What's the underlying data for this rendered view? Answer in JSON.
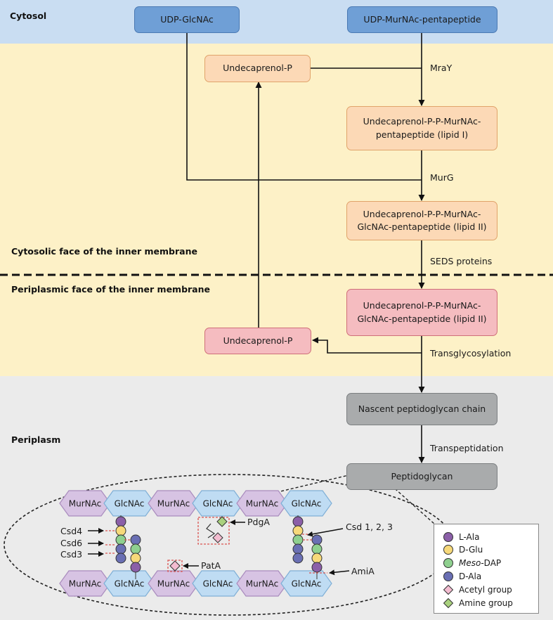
{
  "regions": {
    "cytosol": "Cytosol",
    "cytosolic_face": "Cytosolic face of the inner membrane",
    "periplasmic_face": "Periplasmic face of the inner membrane",
    "periplasm": "Periplasm"
  },
  "nodes": {
    "udp_glcnac": "UDP-GlcNAc",
    "udp_murnac": "UDP-MurNAc-pentapeptide",
    "undecaprenol_p_top": "Undecaprenol-P",
    "lipid1_line1": "Undecaprenol-P-P-MurNAc-",
    "lipid1_line2": "pentapeptide (lipid I)",
    "lipid2_line1": "Undecaprenol-P-P-MurNAc-",
    "lipid2_line2": "GlcNAc-pentapeptide (lipid II)",
    "lipid2p_line1": "Undecaprenol-P-P-MurNAc-",
    "lipid2p_line2": "GlcNAc-pentapeptide (lipid II)",
    "undecaprenol_p_bottom": "Undecaprenol-P",
    "nascent_chain": "Nascent peptidoglycan chain",
    "peptidoglycan": "Peptidoglycan"
  },
  "steps": {
    "mray": "MraY",
    "murg": "MurG",
    "seds": "SEDS proteins",
    "transglycosylation": "Transglycosylation",
    "transpeptidation": "Transpeptidation"
  },
  "structure": {
    "top_strand": [
      "MurNAc",
      "GlcNAc",
      "MurNAc",
      "GlcNAc",
      "MurNAc",
      "GlcNAc"
    ],
    "bottom_strand": [
      "MurNAc",
      "GlcNAc",
      "MurNAc",
      "GlcNAc",
      "MurNAc",
      "GlcNAc"
    ],
    "enzymes": {
      "csd4": "Csd4",
      "csd6": "Csd6",
      "csd3": "Csd3",
      "pdga": "PdgA",
      "pata": "PatA",
      "csd123": "Csd 1, 2, 3",
      "amia": "AmiA"
    }
  },
  "legend": {
    "l_ala": "L-Ala",
    "d_glu": "D-Glu",
    "meso_dap_italic": "Meso",
    "meso_dap_rest": "-DAP",
    "d_ala": "D-Ala",
    "acetyl": "Acetyl group",
    "amine": "Amine group"
  },
  "colors": {
    "cytosol_band": "#c9ddf2",
    "membrane_band": "#fdf1c7",
    "periplasm_band": "#ebebeb",
    "murnac_hex": "#d7c3e3",
    "glcnac_hex": "#bfdcf3",
    "l_ala": "#8b5fa8",
    "d_glu": "#f7d97a",
    "meso_dap": "#8fd08f",
    "d_ala": "#6a6fb4",
    "acetyl": "#f3bcd0",
    "amine": "#a9d17e"
  }
}
